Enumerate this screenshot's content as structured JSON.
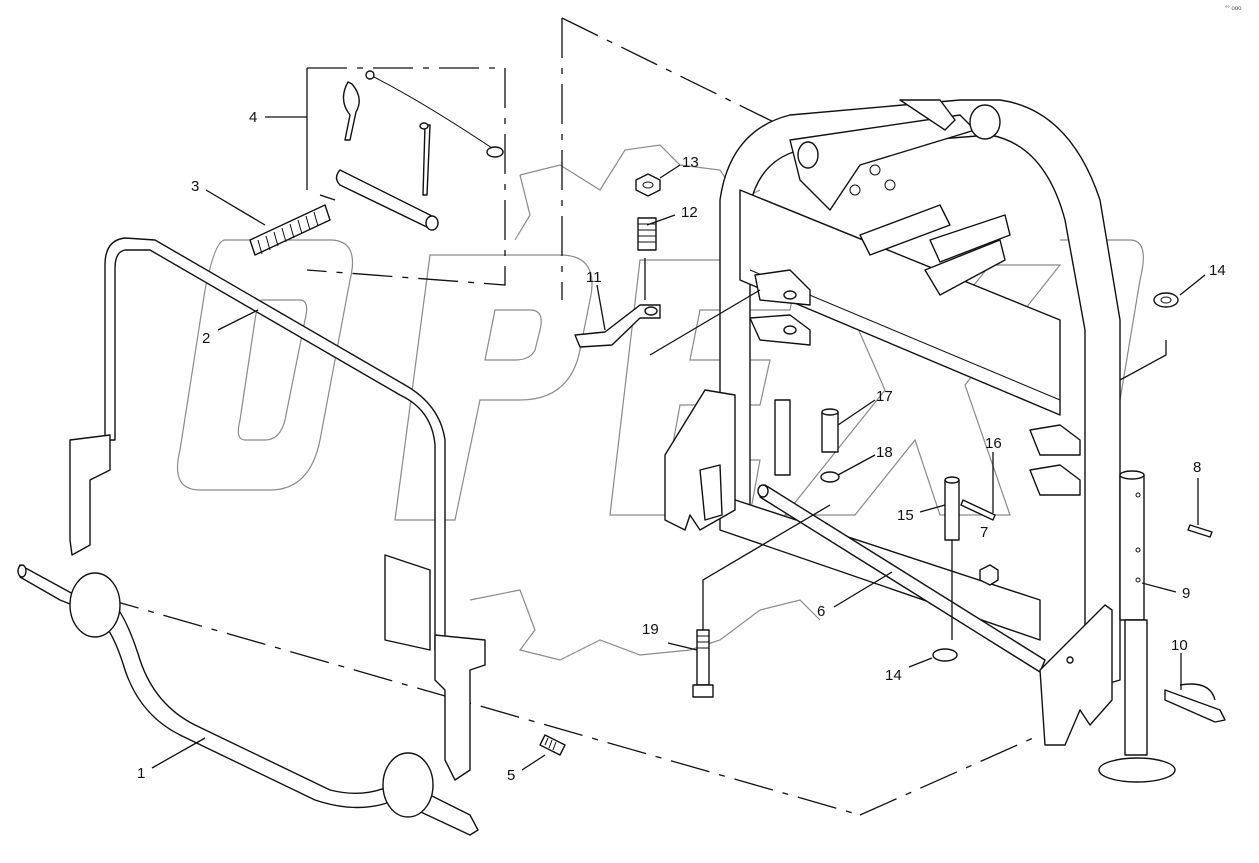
{
  "corner_mark": "°° ooo",
  "watermark": "OPEX",
  "callouts": [
    {
      "id": "c1",
      "label": "1"
    },
    {
      "id": "c2",
      "label": "2"
    },
    {
      "id": "c3",
      "label": "3"
    },
    {
      "id": "c4",
      "label": "4"
    },
    {
      "id": "c5",
      "label": "5"
    },
    {
      "id": "c6",
      "label": "6"
    },
    {
      "id": "c7",
      "label": "7"
    },
    {
      "id": "c8",
      "label": "8"
    },
    {
      "id": "c9",
      "label": "9"
    },
    {
      "id": "c10",
      "label": "10"
    },
    {
      "id": "c11",
      "label": "11"
    },
    {
      "id": "c12",
      "label": "12"
    },
    {
      "id": "c13",
      "label": "13"
    },
    {
      "id": "c14a",
      "label": "14"
    },
    {
      "id": "c14b",
      "label": "14"
    },
    {
      "id": "c15",
      "label": "15"
    },
    {
      "id": "c16",
      "label": "16"
    },
    {
      "id": "c17",
      "label": "17"
    },
    {
      "id": "c18",
      "label": "18"
    },
    {
      "id": "c19",
      "label": "19"
    }
  ]
}
